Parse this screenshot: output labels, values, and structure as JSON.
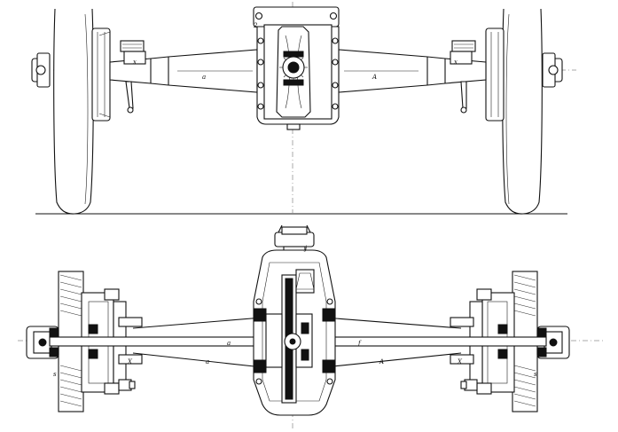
{
  "figure": {
    "upper_view": {
      "labels": {
        "left_x": "x",
        "left_axle": "a",
        "right_axle": "A",
        "right_x": "x",
        "top": "2"
      }
    },
    "lower_view": {
      "labels": {
        "left_s": "s",
        "left_x": "X",
        "center_left": "a",
        "center_right": "f",
        "lower_left": "a",
        "lower_right": "A",
        "right_x": "X",
        "right_s": "s",
        "top_j": "j"
      }
    }
  }
}
